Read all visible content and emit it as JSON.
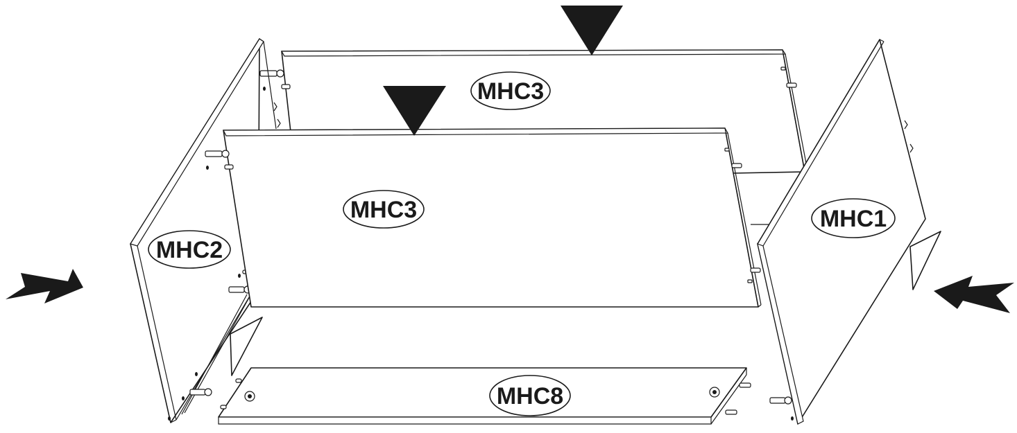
{
  "diagram": {
    "labels": {
      "back_panel": "MHC3",
      "front_panel": "MHC3",
      "right_side": "MHC1",
      "left_side": "MHC2",
      "bottom_shelf": "MHC8"
    },
    "colors": {
      "ink": "#1a1a1a",
      "paper": "#ffffff"
    },
    "arrows": [
      "down-arrow-icon",
      "down-arrow-icon",
      "right-arrow-icon",
      "left-arrow-icon"
    ]
  }
}
